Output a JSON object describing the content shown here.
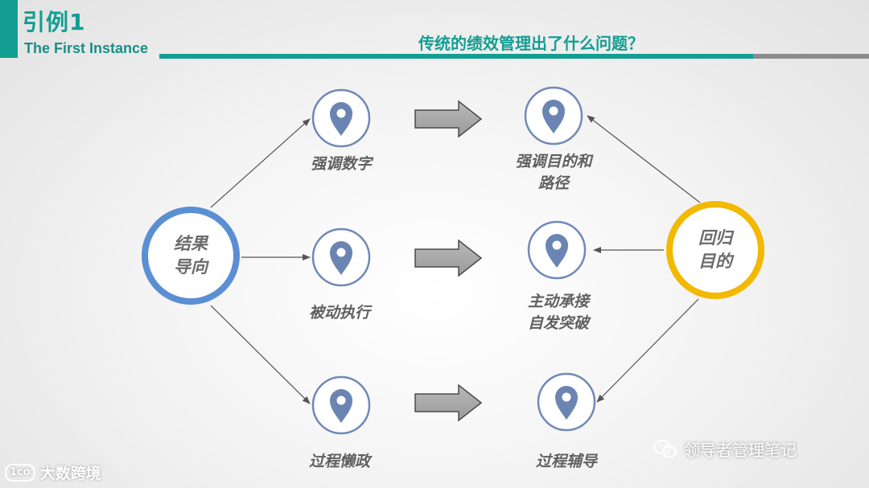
{
  "header": {
    "title": "引例1",
    "subtitle": "The First Instance",
    "question": "传统的绩效管理出了什么问题？"
  },
  "left_hub": {
    "label": "结果\n导向"
  },
  "right_hub": {
    "label": "回归\n目的"
  },
  "left_nodes": [
    {
      "label": "强调数字"
    },
    {
      "label": "被动执行"
    },
    {
      "label": "过程懒政"
    }
  ],
  "right_nodes": [
    {
      "label": "强调目的和\n路径"
    },
    {
      "label": "主动承接\n自发突破"
    },
    {
      "label": "过程辅导"
    }
  ],
  "footer": {
    "left_brand": "大数跨境",
    "left_logo": "1co",
    "right_brand": "领导者管理笔记"
  },
  "colors": {
    "teal": "#129e91",
    "pin_ring": "#7089b8",
    "left_hub_ring": "#5b8fd4",
    "right_hub_ring": "#f3b800"
  }
}
